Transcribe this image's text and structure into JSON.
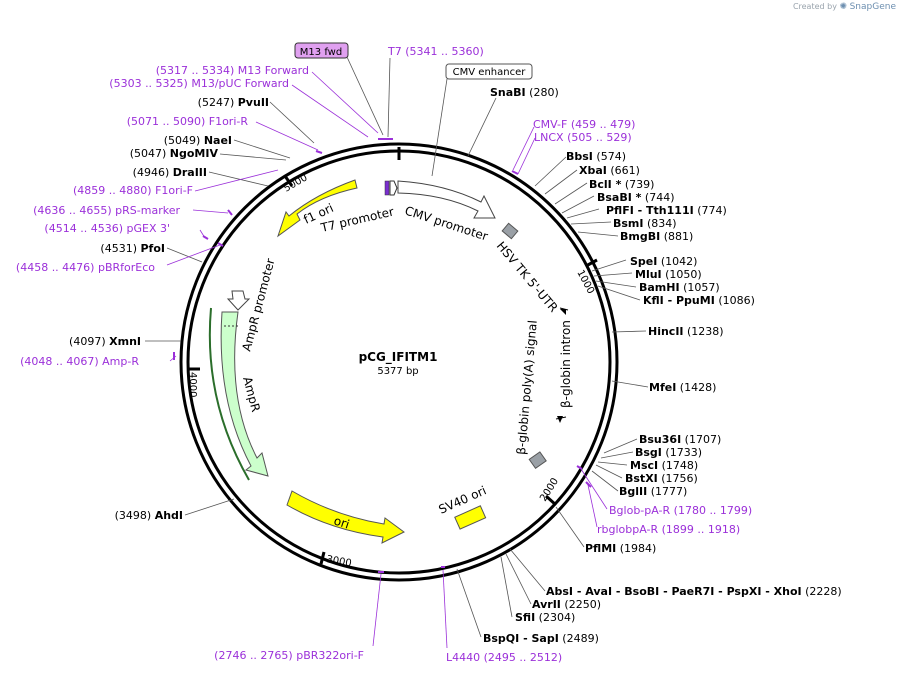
{
  "credit": {
    "prefix": "Created by",
    "brand": "SnapGene"
  },
  "plasmid": {
    "name": "pCG_IFITM1",
    "length": "5377 bp"
  },
  "ticks": [
    "1000",
    "2000",
    "3000",
    "4000",
    "5000"
  ],
  "features": {
    "f1_ori": "f1 ori",
    "t7_promoter": "T7 promoter",
    "cmv_promoter": "CMV promoter",
    "hsv_tk_utr": "HSV TK 5'-UTR",
    "beta_globin_intron": "β-globin intron",
    "beta_globin_polya": "β-globin poly(A) signal",
    "ampr_promoter": "AmpR promoter",
    "ampr": "AmpR",
    "ori": "ori",
    "sv40_ori": "SV40 ori"
  },
  "boxed": {
    "m13fwd": "M13 fwd",
    "cmv_enhancer": "CMV enhancer"
  },
  "sites": [
    {
      "name": "SnaBI",
      "pos": "(280)"
    },
    {
      "name": "BbsI",
      "pos": "(574)"
    },
    {
      "name": "XbaI",
      "pos": "(661)"
    },
    {
      "name": "BclI *",
      "pos": "(739)"
    },
    {
      "name": "BsaBI *",
      "pos": "(744)"
    },
    {
      "name": "PflFI  -  Tth111I",
      "pos": "(774)"
    },
    {
      "name": "BsmI",
      "pos": "(834)"
    },
    {
      "name": "BmgBI",
      "pos": "(881)"
    },
    {
      "name": "SpeI",
      "pos": "(1042)"
    },
    {
      "name": "MluI",
      "pos": "(1050)"
    },
    {
      "name": "BamHI",
      "pos": "(1057)"
    },
    {
      "name": "KflI  -  PpuMI",
      "pos": "(1086)"
    },
    {
      "name": "HincII",
      "pos": "(1238)"
    },
    {
      "name": "MfeI",
      "pos": "(1428)"
    },
    {
      "name": "Bsu36I",
      "pos": "(1707)"
    },
    {
      "name": "BsgI",
      "pos": "(1733)"
    },
    {
      "name": "MscI",
      "pos": "(1748)"
    },
    {
      "name": "BstXI",
      "pos": "(1756)"
    },
    {
      "name": "BglII",
      "pos": "(1777)"
    },
    {
      "name": "PflMI",
      "pos": "(1984)"
    },
    {
      "name": "AbsI  -  AvaI  -  BsoBI  -  PaeR7I  -  PspXI  -  XhoI",
      "pos": "(2228)"
    },
    {
      "name": "AvrII",
      "pos": "(2250)"
    },
    {
      "name": "SfiI",
      "pos": "(2304)"
    },
    {
      "name": "BspQI  -  SapI",
      "pos": "(2489)"
    },
    {
      "name": "AhdI",
      "pos": "(3498)"
    },
    {
      "name": "XmnI",
      "pos": "(4097)"
    },
    {
      "name": "PfoI",
      "pos": "(4531)"
    },
    {
      "name": "DraIII",
      "pos": "(4946)"
    },
    {
      "name": "NgoMIV",
      "pos": "(5047)"
    },
    {
      "name": "NaeI",
      "pos": "(5049)"
    },
    {
      "name": "PvuII",
      "pos": "(5247)"
    }
  ],
  "primers": [
    {
      "name": "T7",
      "range": "(5341 .. 5360)"
    },
    {
      "name": "M13 Forward",
      "range": "(5317 .. 5334)"
    },
    {
      "name": "M13/pUC Forward",
      "range": "(5303 .. 5325)"
    },
    {
      "name": "F1ori-R",
      "range": "(5071 .. 5090)"
    },
    {
      "name": "F1ori-F",
      "range": "(4859 .. 4880)"
    },
    {
      "name": "pRS-marker",
      "range": "(4636 .. 4655)"
    },
    {
      "name": "pGEX 3'",
      "range": "(4514 .. 4536)"
    },
    {
      "name": "pBRforEco",
      "range": "(4458 .. 4476)"
    },
    {
      "name": "Amp-R",
      "range": "(4048 .. 4067)"
    },
    {
      "name": "CMV-F",
      "range": "(459 .. 479)"
    },
    {
      "name": "LNCX",
      "range": "(505 .. 529)"
    },
    {
      "name": "Bglob-pA-R",
      "range": "(1780 .. 1799)"
    },
    {
      "name": "rbglobpA-R",
      "range": "(1899 .. 1918)"
    },
    {
      "name": "pBR322ori-F",
      "range": "(2746 .. 2765)"
    },
    {
      "name": "L4440",
      "range": "(2495 .. 2512)"
    }
  ],
  "colors": {
    "primer": "#9b30d9",
    "feature_yellow": "#ffff00",
    "ampr_fill": "#ccffcc",
    "backbone": "#000000",
    "m13_box": "#e0a0f0"
  }
}
